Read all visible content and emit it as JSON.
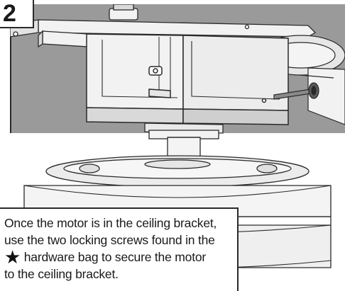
{
  "step": {
    "number": "2"
  },
  "instructions": {
    "line1": "Once the motor is in the ceiling bracket,",
    "line2": "use the two locking screws found in the",
    "star_symbol": "★",
    "line3_after_star": " hardware bag to secure the motor",
    "line4": "to the ceiling bracket."
  },
  "illustration": {
    "subject": "fan motor mounted in ceiling bracket with locking screw",
    "colors": {
      "background_gray": "#9a9a9a",
      "line": "#2a2a2a",
      "metal_light": "#f2f2f2",
      "metal_shade": "#d9d9d9"
    }
  }
}
